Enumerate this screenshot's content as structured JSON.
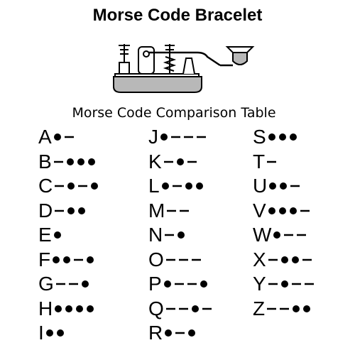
{
  "title": "Morse Code Bracelet",
  "subtitle": "Morse Code Comparison Table",
  "illustration": "telegraph-key-icon",
  "colors": {
    "text": "#000000",
    "key_base": "#b8b8b8",
    "background": "#ffffff"
  },
  "columns": [
    [
      {
        "letter": "A",
        "code": ".-"
      },
      {
        "letter": "B",
        "code": "-..."
      },
      {
        "letter": "C",
        "code": "-.-."
      },
      {
        "letter": "D",
        "code": "-.."
      },
      {
        "letter": "E",
        "code": "."
      },
      {
        "letter": "F",
        "code": "..-."
      },
      {
        "letter": "G",
        "code": "--."
      },
      {
        "letter": "H",
        "code": "...."
      },
      {
        "letter": "I",
        "code": ".."
      }
    ],
    [
      {
        "letter": "J",
        "code": ".---"
      },
      {
        "letter": "K",
        "code": "-.-"
      },
      {
        "letter": "L",
        "code": ".-.."
      },
      {
        "letter": "M",
        "code": "--"
      },
      {
        "letter": "N",
        "code": "-."
      },
      {
        "letter": "O",
        "code": "---"
      },
      {
        "letter": "P",
        "code": ".--."
      },
      {
        "letter": "Q",
        "code": "--.-"
      },
      {
        "letter": "R",
        "code": ".-."
      }
    ],
    [
      {
        "letter": "S",
        "code": "..."
      },
      {
        "letter": "T",
        "code": "-"
      },
      {
        "letter": "U",
        "code": "..-"
      },
      {
        "letter": "V",
        "code": "...-"
      },
      {
        "letter": "W",
        "code": ".--"
      },
      {
        "letter": "X",
        "code": "-..-"
      },
      {
        "letter": "Y",
        "code": "-.--"
      },
      {
        "letter": "Z",
        "code": "--.."
      }
    ]
  ]
}
